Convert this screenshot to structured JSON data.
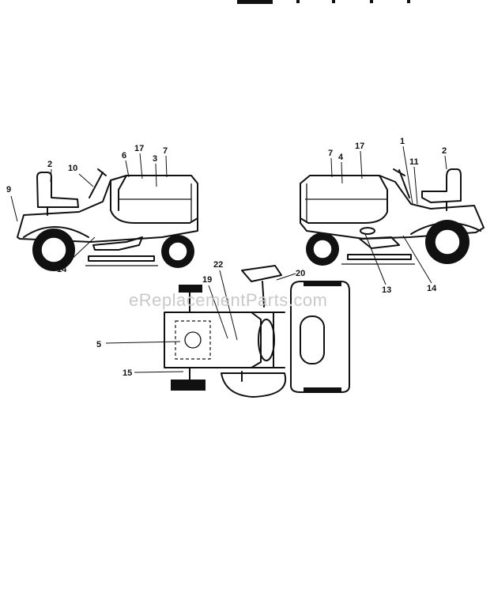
{
  "watermark": "eReplacementParts.com",
  "callouts": {
    "left": [
      "9",
      "2",
      "10",
      "6",
      "17",
      "3",
      "7",
      "14"
    ],
    "right": [
      "7",
      "4",
      "17",
      "1",
      "11",
      "2",
      "13",
      "14"
    ],
    "top": [
      "22",
      "19",
      "20",
      "5",
      "15"
    ]
  }
}
